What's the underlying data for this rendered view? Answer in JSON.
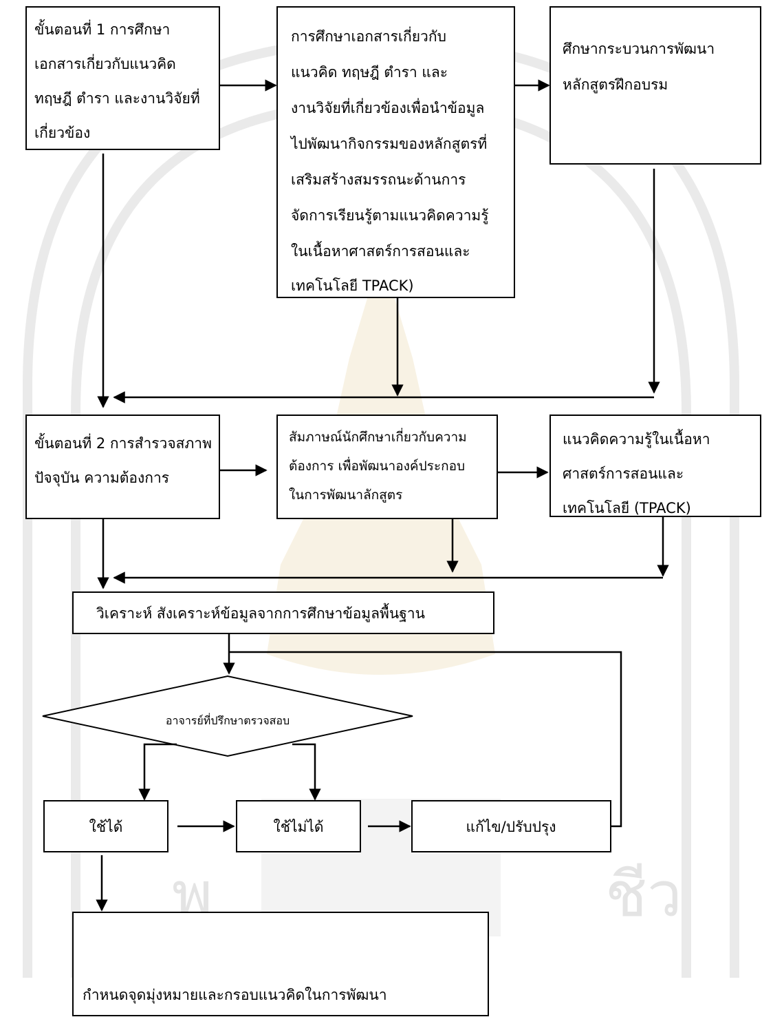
{
  "boxes": {
    "step1": [
      "ขั้นตอนที่ 1 การศึกษา",
      "เอกสารเกี่ยวกับแนวคิด",
      "ทฤษฎี ตำรา และงานวิจัยที่",
      "เกี่ยวข้อง"
    ],
    "study_docs": [
      "การศึกษาเอกสารเกี่ยวกับ",
      "แนวคิด ทฤษฎี ตำรา และ",
      "งานวิจัยที่เกี่ยวข้องเพื่อนำข้อมูล",
      "ไปพัฒนากิจกรรมของหลักสูตรที่",
      "เสริมสร้างสมรรถนะด้านการ",
      "จัดการเรียนรู้ตามแนวคิดความรู้",
      "ในเนื้อหาศาสตร์การสอนและ",
      "เทคโนโลยี TPACK)"
    ],
    "study_process": [
      "ศึกษากระบวนการพัฒนา",
      "หลักสูตรฝึกอบรม"
    ],
    "step2": [
      "ขั้นตอนที่ 2 การสำรวจสภาพ",
      "ปัจจุบัน ความต้องการ"
    ],
    "interview": [
      "สัมภาษณ์นักศึกษาเกี่ยวกับความ",
      "ต้องการ เพื่อพัฒนาองค์ประกอบ",
      "ในการพัฒนาลักสูตร"
    ],
    "tpack": [
      "แนวคิดความรู้ในเนื้อหา",
      "ศาสตร์การสอนและ",
      "เทคโนโลยี (TPACK)"
    ],
    "analyze": "วิเคราะห์ สังเคราะห์ข้อมูลจากการศึกษาข้อมูลพื้นฐาน",
    "advisor": "อาจารย์ที่ปรึกษาตรวจสอบ",
    "usable": "ใช้ได้",
    "unusable": "ใช้ไม่ได้",
    "revise": "แก้ไข/ปรับปรุง",
    "define": "กำหนดจุดมุ่งหมายและกรอบแนวคิดในการพัฒนา"
  },
  "colors": {
    "line": "#000000",
    "box_fill": "#ffffff",
    "watermark_gold": "#f3ead2",
    "watermark_gray": "#d9d9d9"
  },
  "watermark": {
    "type": "university-seal",
    "visible_text": "พ...ชีว"
  }
}
